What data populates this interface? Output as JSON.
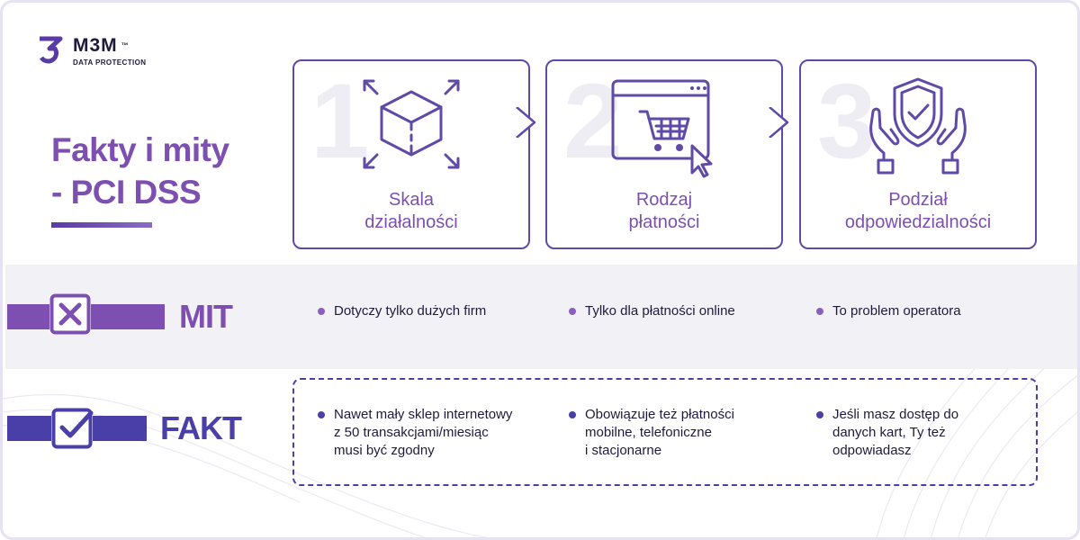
{
  "logo": {
    "name": "M3M",
    "tm": "™",
    "subtitle": "DATA PROTECTION"
  },
  "title": {
    "line1": "Fakty i mity",
    "line2": "- PCI DSS"
  },
  "cards": [
    {
      "number": "1",
      "label_line1": "Skala",
      "label_line2": "działalności",
      "icon": "cube-expand-icon"
    },
    {
      "number": "2",
      "label_line1": "Rodzaj",
      "label_line2": "płatności",
      "icon": "shopping-cart-browser-icon"
    },
    {
      "number": "3",
      "label_line1": "Podział",
      "label_line2": "odpowiedzialności",
      "icon": "shield-hands-icon"
    }
  ],
  "mit": {
    "word": "MIT",
    "items": [
      "Dotyczy tylko dużych firm",
      "Tylko dla płatności online",
      "To problem operatora"
    ]
  },
  "fakt": {
    "word": "FAKT",
    "items": [
      [
        "Nawet mały sklep internetowy",
        "z 50 transakcjami/miesiąc",
        "musi być zgodny"
      ],
      [
        "Obowiązuje też płatności",
        "mobilne, telefoniczne",
        "i stacjonarne"
      ],
      [
        "Jeśli masz dostęp do",
        "danych kart, Ty też",
        "odpowiadasz"
      ]
    ]
  },
  "colors": {
    "purple": "#7d4fb0",
    "indigo": "#4a3fa8",
    "border": "#5f4aa8",
    "band": "#f2f1f6"
  }
}
